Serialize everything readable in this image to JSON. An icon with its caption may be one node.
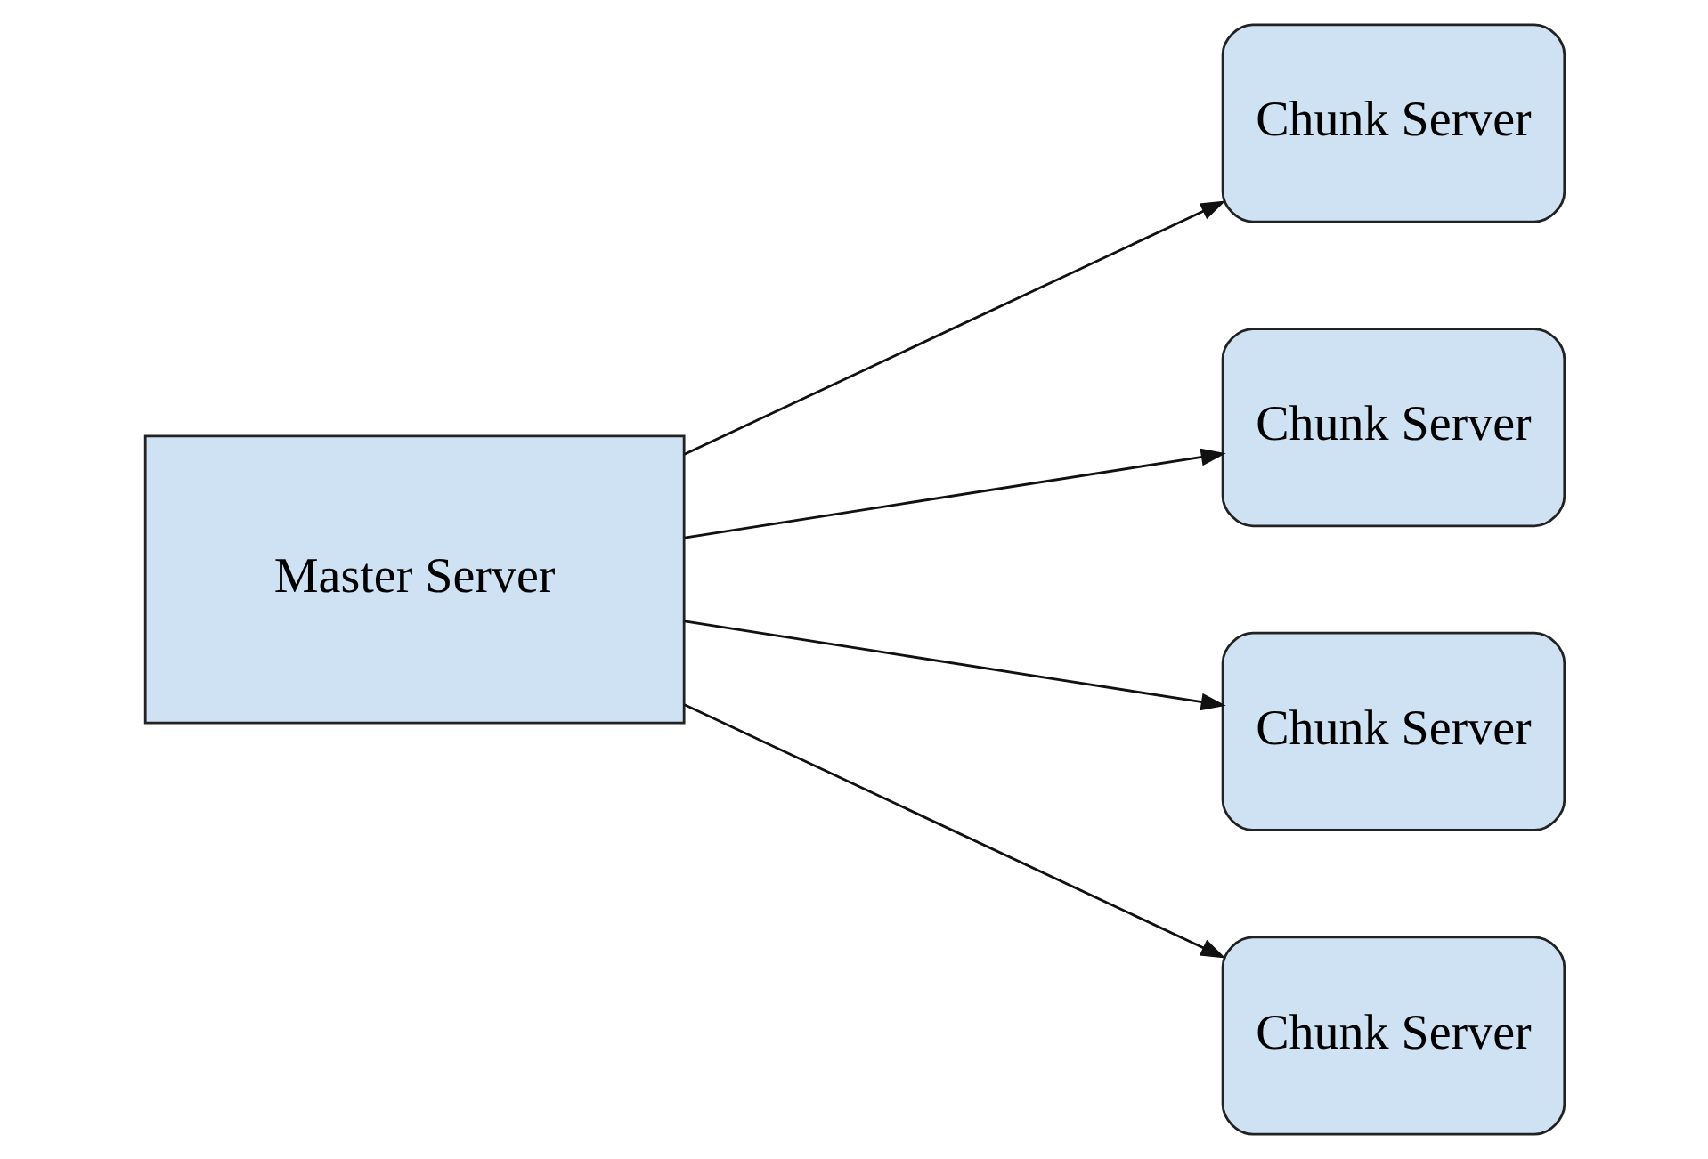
{
  "diagram": {
    "nodes": [
      {
        "text": [
          "Master Server"
        ]
      },
      {
        "text": [
          "Chunk Server"
        ]
      },
      {
        "text": [
          "Chunk Server"
        ]
      },
      {
        "text": [
          "Chunk Server"
        ]
      },
      {
        "text": [
          "Chunk Server"
        ]
      }
    ],
    "edges": [
      {
        "from": 0,
        "to": 1,
        "arrow": "to"
      },
      {
        "from": 0,
        "to": 2,
        "arrow": "to"
      },
      {
        "from": 0,
        "to": 3,
        "arrow": "to"
      },
      {
        "from": 0,
        "to": 4,
        "arrow": "to"
      }
    ]
  }
}
